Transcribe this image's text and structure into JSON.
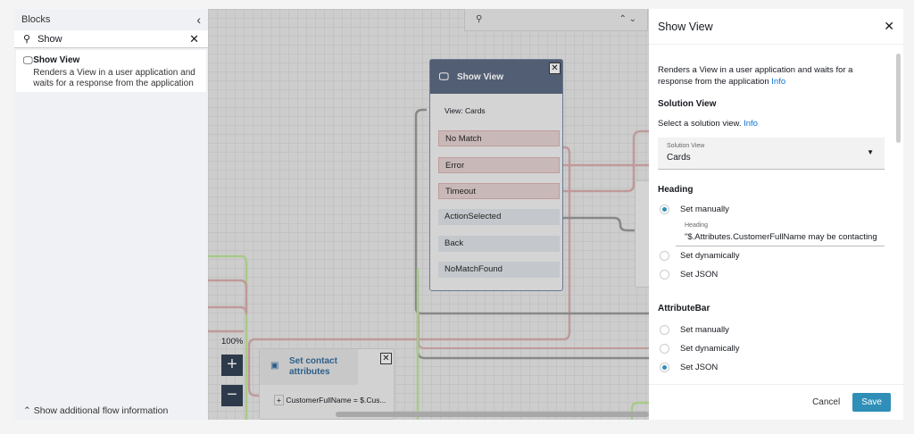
{
  "blocks_panel": {
    "title": "Blocks",
    "search_value": "Show",
    "results": [
      {
        "title": "Show View",
        "description": "Renders a View in a user application and waits for a response from the application"
      }
    ],
    "footer": "Show additional flow information"
  },
  "canvas": {
    "zoom": "100%",
    "show_view_node": {
      "title": "Show View",
      "subtitle": "View: Cards",
      "branches": [
        {
          "label": "No Match",
          "type": "error"
        },
        {
          "label": "Error",
          "type": "error"
        },
        {
          "label": "Timeout",
          "type": "error"
        },
        {
          "label": "ActionSelected",
          "type": "ok"
        },
        {
          "label": "Back",
          "type": "ok"
        },
        {
          "label": "NoMatchFound",
          "type": "ok"
        }
      ]
    },
    "set_contact_node": {
      "title": "Set contact attributes",
      "item": "CustomerFullName = $.Cus..."
    }
  },
  "properties": {
    "title": "Show View",
    "description": "Renders a View in a user application and waits for a response from the application",
    "info": "Info",
    "solution_view": {
      "heading": "Solution View",
      "prompt": "Select a solution view.",
      "info": "Info",
      "field_label": "Solution View",
      "value": "Cards"
    },
    "heading": {
      "heading": "Heading",
      "options": [
        "Set manually",
        "Set dynamically",
        "Set JSON"
      ],
      "selected": 0,
      "field_label": "Heading",
      "field_value": "\"$.Attributes.CustomerFullName may be contacting"
    },
    "attribute_bar": {
      "heading": "AttributeBar",
      "options": [
        "Set manually",
        "Set dynamically",
        "Set JSON"
      ],
      "selected": 2
    },
    "cancel": "Cancel",
    "save": "Save"
  },
  "colors": {
    "accent": "#2f8fb8",
    "node_header": "#525e73",
    "link": "#0972d3"
  }
}
